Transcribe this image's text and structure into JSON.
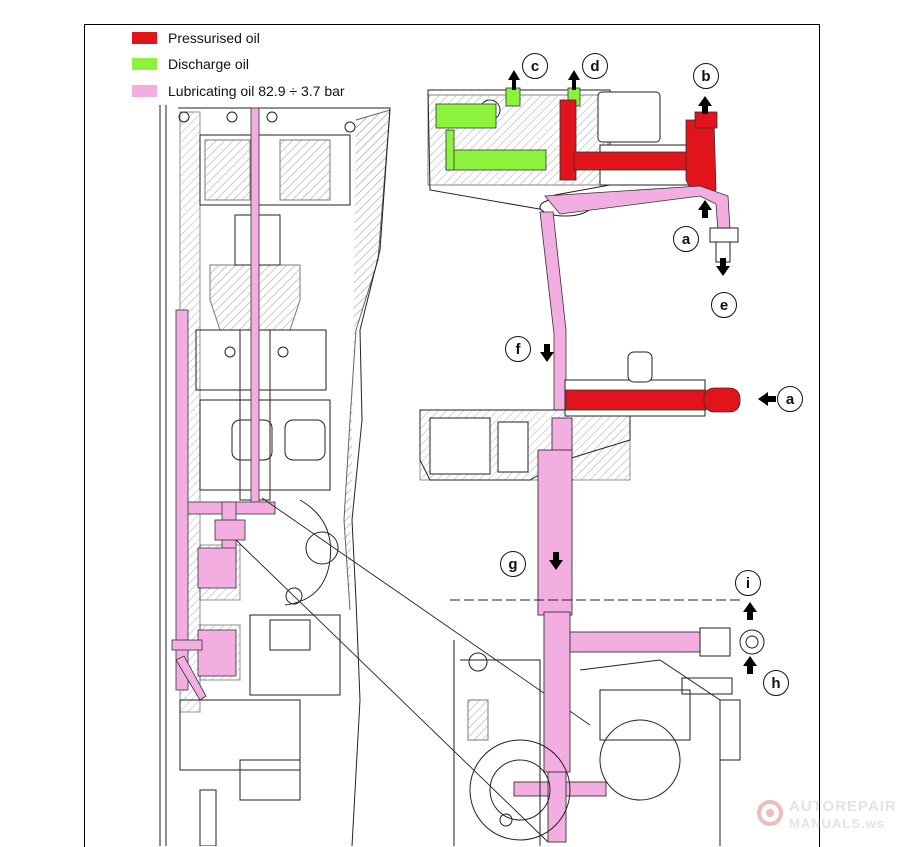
{
  "legend": {
    "pressurised": {
      "label": "Pressurised oil",
      "color": "#e0141a"
    },
    "discharge": {
      "label": "Discharge oil",
      "color": "#8cf23c"
    },
    "lubricating": {
      "label": "Lubricating oil 82.9 ÷ 3.7 bar",
      "color": "#f2aee0"
    }
  },
  "callouts": {
    "a_top": "a",
    "a_mid": "a",
    "b": "b",
    "c": "c",
    "d": "d",
    "e": "e",
    "f": "f",
    "g": "g",
    "h": "h",
    "i": "i"
  },
  "watermark": {
    "line1": "AUTOREPAIR",
    "line2": "MANUALS.ws",
    "icon": "gear-wrench-logo"
  },
  "icons": {
    "arrow": "flow-arrow-icon",
    "callout": "callout-circle"
  }
}
